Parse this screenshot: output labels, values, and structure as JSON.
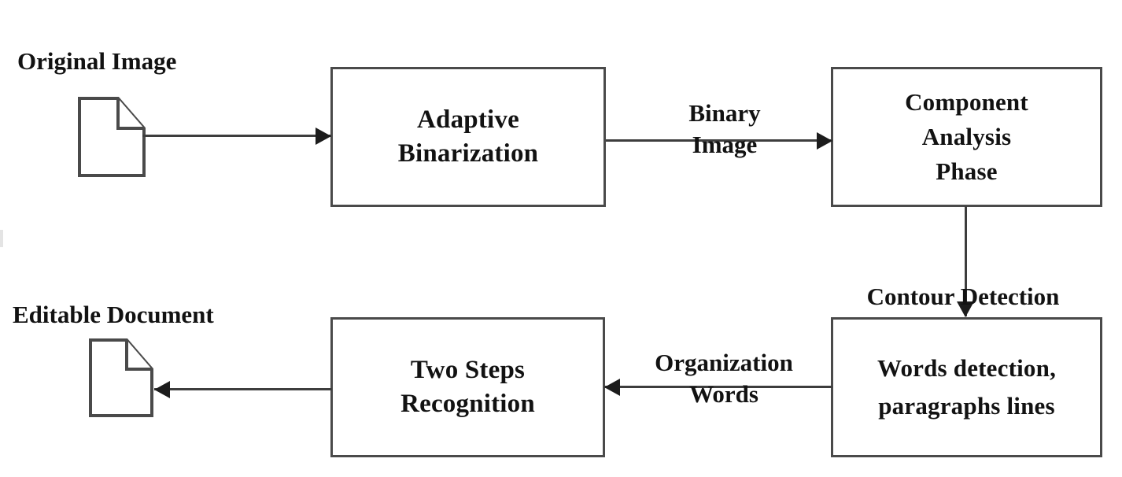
{
  "diagram": {
    "title": "Document recognition pipeline flowchart",
    "colors": {
      "box_border": "#4a4a4a",
      "connector": "#3d3d3d",
      "arrowhead": "#1c1c1c",
      "text": "#121212",
      "background": "#ffffff"
    },
    "endpoints": [
      {
        "id": "original-image",
        "label": "Original Image",
        "icon": "document-icon"
      },
      {
        "id": "editable-document",
        "label": "Editable Document",
        "icon": "document-icon"
      }
    ],
    "nodes": [
      {
        "id": "binarization",
        "label": "Adaptive\nBinarization"
      },
      {
        "id": "component-analysis",
        "label": "Component\nAnalysis\nPhase"
      },
      {
        "id": "words-detection",
        "label": "Words detection,\nparagraphs lines"
      },
      {
        "id": "two-steps-recognition",
        "label": "Two Steps\nRecognition"
      }
    ],
    "edges": [
      {
        "id": "original-to-binarization",
        "label": "",
        "direction": "right"
      },
      {
        "id": "binarization-to-component",
        "label": "Binary\nImage",
        "direction": "right"
      },
      {
        "id": "component-to-words",
        "label": "Contour   Detection",
        "direction": "down"
      },
      {
        "id": "words-to-recognition",
        "label": "Organization\nWords",
        "direction": "left"
      },
      {
        "id": "recognition-to-editable",
        "label": "",
        "direction": "left"
      }
    ]
  }
}
